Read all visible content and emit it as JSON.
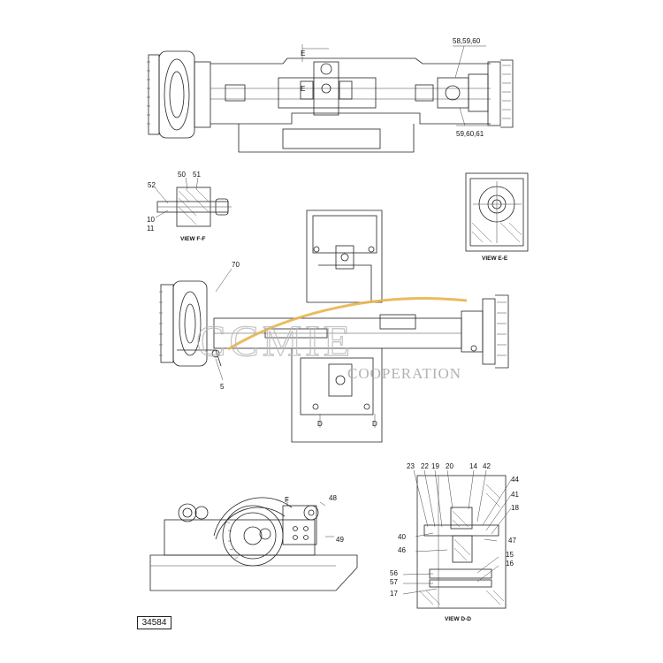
{
  "callouts": {
    "top_right_upper": "58,59,60",
    "top_right_lower": "59,60,61",
    "section_e_upper": "E",
    "section_e_lower": "E",
    "ff_50": "50",
    "ff_51": "51",
    "ff_52": "52",
    "ff_10": "10",
    "ff_11": "11",
    "mid_70": "70",
    "mid_5": "5",
    "mid_d_left": "D",
    "mid_d_right": "D",
    "side_48": "48",
    "side_49": "49",
    "side_f": "F",
    "dd_23": "23",
    "dd_22": "22",
    "dd_19": "19",
    "dd_20": "20",
    "dd_14": "14",
    "dd_42": "42",
    "dd_44": "44",
    "dd_41": "41",
    "dd_18": "18",
    "dd_40": "40",
    "dd_47": "47",
    "dd_46": "46",
    "dd_15": "15",
    "dd_16": "16",
    "dd_56": "56",
    "dd_57": "57",
    "dd_17": "17"
  },
  "views": {
    "view_ff": "VIEW F-F",
    "view_ee": "VIEW E-E",
    "view_dd": "VIEW D-D"
  },
  "watermark": {
    "brand": "CCMIE",
    "subtitle": "COOPERATION",
    "accent_color": "#e9b44c"
  },
  "drawing_number": "34584"
}
